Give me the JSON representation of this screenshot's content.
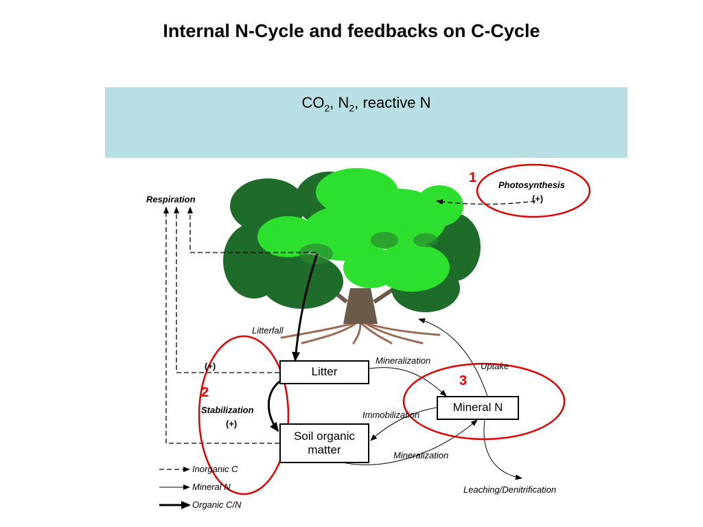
{
  "title": "Internal N-Cycle and feedbacks on C-Cycle",
  "atmosphere": {
    "co2_base": "CO",
    "co2_sub": "2",
    "n2_base": "N",
    "n2_sub": "2",
    "reactive": "reactive N",
    "separator": ", "
  },
  "boxes": {
    "litter": "Litter",
    "soil_line1": "Soil organic",
    "soil_line2": "matter",
    "mineral_n": "Mineral N"
  },
  "labels": {
    "respiration": "Respiration",
    "photosynthesis": "Photosynthesis",
    "photosynthesis_sign": "(+)",
    "litterfall": "Litterfall",
    "stabilization_sign_top": "(+)",
    "stabilization": "Stabilization",
    "stabilization_sign": "(+)",
    "mineralization_top": "Mineralization",
    "uptake": "Uptake",
    "immobilization": "Immobilization",
    "mineralization_bottom": "Mineralization",
    "leaching": "Leaching/Denitrification"
  },
  "feedback_numbers": [
    "1",
    "2",
    "3"
  ],
  "legend": [
    {
      "style": "dashed",
      "label": "Inorganic C"
    },
    {
      "style": "thin",
      "label": "Mineral N"
    },
    {
      "style": "thick",
      "label": "Organic C/N"
    }
  ],
  "colors": {
    "atmosphere_band": "#b8e0e4",
    "feedback_ellipse": "#e00000",
    "tree_light": "#2ee02e",
    "tree_dark": "#1f6b2a",
    "trunk": "#6b5a4a",
    "roots": "#9a6a55"
  },
  "icons": [
    "tree-icon"
  ]
}
